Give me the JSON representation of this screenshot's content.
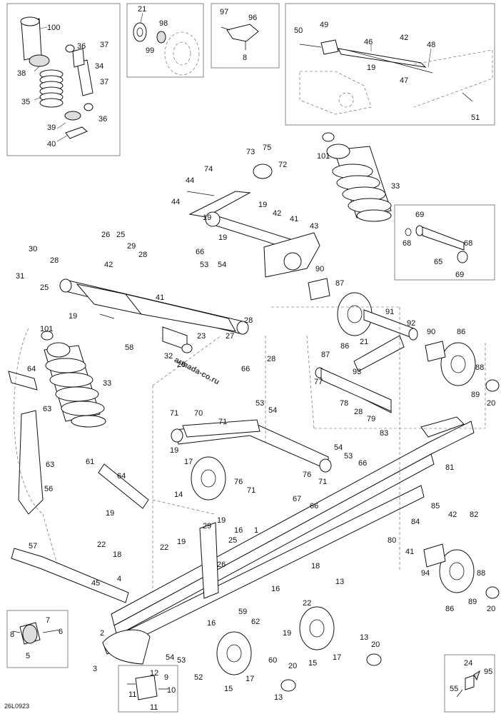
{
  "diagram": {
    "drawing_code": "26L0923",
    "watermark": "armada-co.ru",
    "callouts": {
      "c100": "100",
      "c36a": "36",
      "c37a": "37",
      "c38": "38",
      "c34": "34",
      "c37b": "37",
      "c35": "35",
      "c36b": "36",
      "c39": "39",
      "c40": "40",
      "c21a": "21",
      "c98": "98",
      "c99": "99",
      "c97": "97",
      "c96": "96",
      "c8a": "8",
      "c50": "50",
      "c49": "49",
      "c46": "46",
      "c42a": "42",
      "c48": "48",
      "c19a": "19",
      "c47": "47",
      "c51": "51",
      "c73": "73",
      "c75": "75",
      "c72": "72",
      "c74": "74",
      "c44a": "44",
      "c44b": "44",
      "c19b": "19",
      "c19c": "19",
      "c42b": "42",
      "c41a": "41",
      "c43": "43",
      "c19d": "19",
      "c66a": "66",
      "c53a": "53",
      "c54a": "54",
      "c101a": "101",
      "c33a": "33",
      "c69a": "69",
      "c68a": "68",
      "c68b": "68",
      "c65": "65",
      "c69b": "69",
      "c26a": "26",
      "c25a": "25",
      "c30": "30",
      "c29a": "29",
      "c28a": "28",
      "c28b": "28",
      "c31": "31",
      "c42c": "42",
      "c25b": "25",
      "c41b": "41",
      "c19e": "19",
      "c28c": "28",
      "c23": "23",
      "c27": "27",
      "c58": "58",
      "c32": "32",
      "c28d": "28",
      "c90a": "90",
      "c87a": "87",
      "c91": "91",
      "c92": "92",
      "c86a": "86",
      "c21b": "21",
      "c90b": "90",
      "c86b": "86",
      "c88a": "88",
      "c89a": "89",
      "c20a": "20",
      "c101b": "101",
      "c64a": "64",
      "c63a": "63",
      "c33b": "33",
      "c66b": "66",
      "c28e": "28",
      "c77": "77",
      "c53b": "53",
      "c54b": "54",
      "c87b": "87",
      "c93": "93",
      "c78": "78",
      "c28f": "28",
      "c79": "79",
      "c83": "83",
      "c71a": "71",
      "c70": "70",
      "c71b": "71",
      "c19f": "19",
      "c17a": "17",
      "c14": "14",
      "c76a": "76",
      "c76b": "76",
      "c71c": "71",
      "c71d": "71",
      "c54c": "54",
      "c53c": "53",
      "c66c": "66",
      "c67": "67",
      "c66d": "66",
      "c63b": "63",
      "c61": "61",
      "c64b": "64",
      "c56": "56",
      "c81": "81",
      "c85": "85",
      "c42d": "42",
      "c82": "82",
      "c84": "84",
      "c80": "80",
      "c41c": "41",
      "c19g": "19",
      "c22a": "22",
      "c18a": "18",
      "c29b": "29",
      "c16a": "16",
      "c1": "1",
      "c19h": "19",
      "c22b": "22",
      "c19i": "19",
      "c25c": "25",
      "c26b": "26",
      "c57": "57",
      "c45": "45",
      "c4": "4",
      "c7": "7",
      "c8b": "8",
      "c6": "6",
      "c5": "5",
      "c2": "2",
      "c3": "3",
      "c12": "12",
      "c9": "9",
      "c11a": "11",
      "c10": "10",
      "c11b": "11",
      "c18b": "18",
      "c13a": "13",
      "c16b": "16",
      "c22c": "22",
      "c59": "59",
      "c16c": "16",
      "c62": "62",
      "c19j": "19",
      "c54d": "54",
      "c53d": "53",
      "c52": "52",
      "c15a": "15",
      "c17b": "17",
      "c60": "60",
      "c13b": "13",
      "c20b": "20",
      "c15b": "15",
      "c17c": "17",
      "c13c": "13",
      "c20c": "20",
      "c94": "94",
      "c88b": "88",
      "c89b": "89",
      "c86c": "86",
      "c20d": "20",
      "c24": "24",
      "c95": "95",
      "c55": "55"
    }
  }
}
